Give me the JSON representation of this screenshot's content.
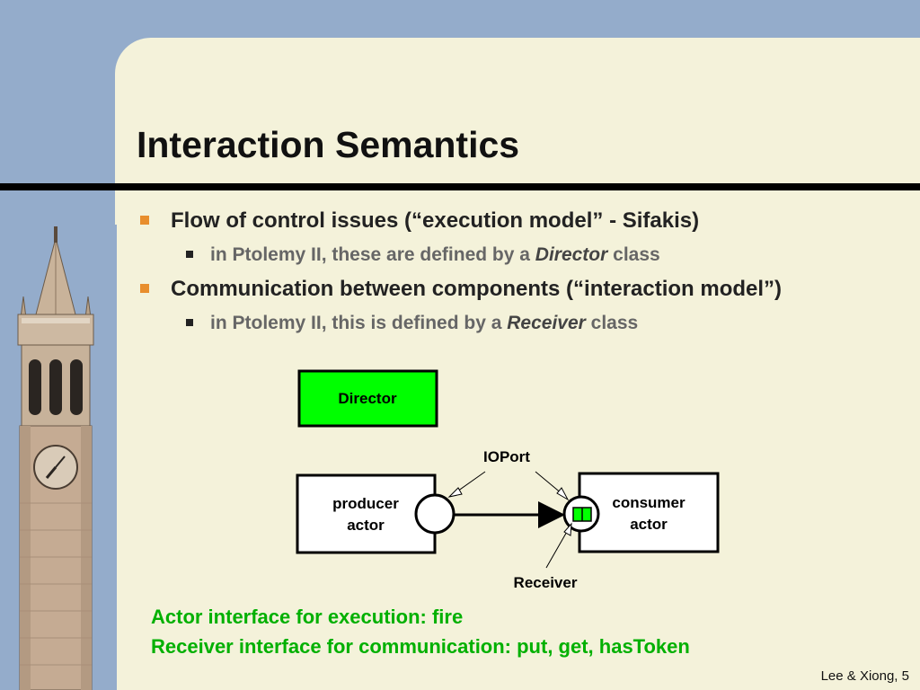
{
  "slide": {
    "title": "Interaction Semantics",
    "bullets": [
      {
        "text": "Flow of control issues (“execution model” - Sifakis)",
        "sub": {
          "prefix": "in Ptolemy II, these are defined by a ",
          "emph": "Director",
          "suffix": " class"
        }
      },
      {
        "text": "Communication between components (“interaction model”)",
        "sub": {
          "prefix": "in Ptolemy II, this is defined by a ",
          "emph": "Receiver",
          "suffix": " class"
        }
      }
    ],
    "notes": [
      "Actor interface for execution: fire",
      "Receiver interface for communication: put, get, hasToken"
    ],
    "footer": "Lee & Xiong, 5"
  },
  "diagram": {
    "director_label": "Director",
    "producer_label": [
      "producer",
      "actor"
    ],
    "consumer_label": [
      "consumer",
      "actor"
    ],
    "ioport_label": "IOPort",
    "receiver_label": "Receiver",
    "colors": {
      "director_fill": "#00ff00",
      "receiver_fill": "#00ff00",
      "bullet": "#e88e2d",
      "notes": "#00b000"
    }
  }
}
